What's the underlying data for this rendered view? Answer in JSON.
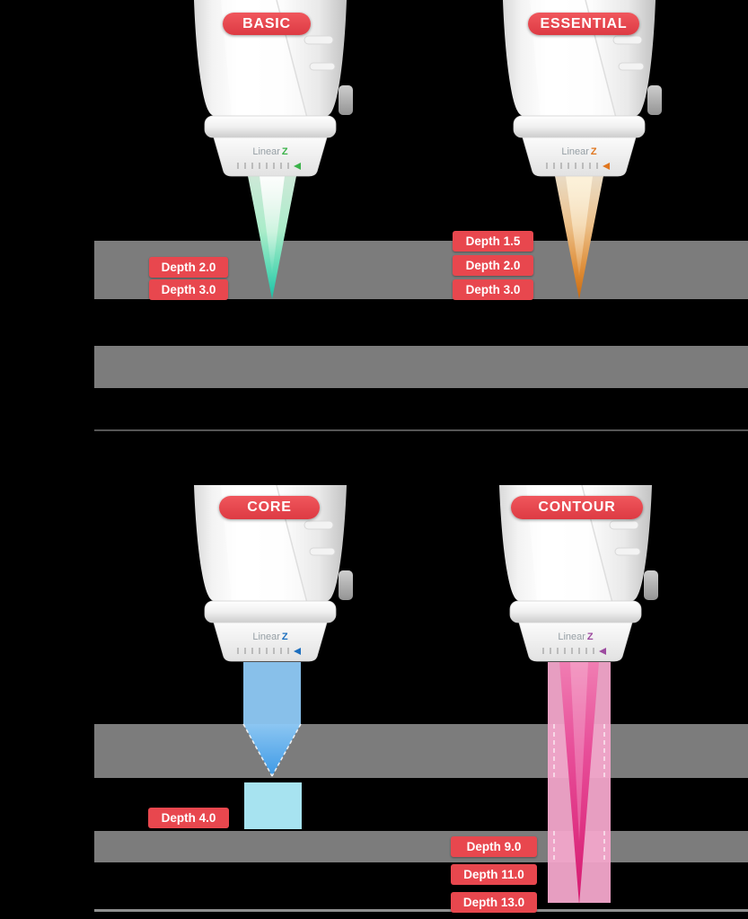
{
  "brand": {
    "name": "Linear",
    "z": "Z"
  },
  "colors": {
    "background": "#000000",
    "band_gray": "#7c7c7c",
    "label_red": "#e8474e",
    "basic_accent": "#3bb24a",
    "essential_accent": "#e0761f",
    "core_accent": "#1d6fbf",
    "contour_accent": "#9c4a9f",
    "basic_beam": "#17bfa6",
    "essential_beam": "#c96a10",
    "core_beam": "#8cc6f2",
    "core_beam_lower": "#aceaf8",
    "contour_beam_outer": "#f3a6cb",
    "contour_beam_inner": "#d6186f"
  },
  "cartridges": [
    {
      "label": "BASIC",
      "accent": "#3bb24a",
      "depths": [
        "Depth 2.0",
        "Depth 3.0"
      ]
    },
    {
      "label": "ESSENTIAL",
      "accent": "#e0761f",
      "depths": [
        "Depth 1.5",
        "Depth 2.0",
        "Depth 3.0"
      ]
    },
    {
      "label": "CORE",
      "accent": "#1d6fbf",
      "depths": [
        "Depth 4.0"
      ]
    },
    {
      "label": "CONTOUR",
      "accent": "#9c4a9f",
      "depths": [
        "Depth 9.0",
        "Depth 11.0",
        "Depth 13.0"
      ]
    }
  ]
}
